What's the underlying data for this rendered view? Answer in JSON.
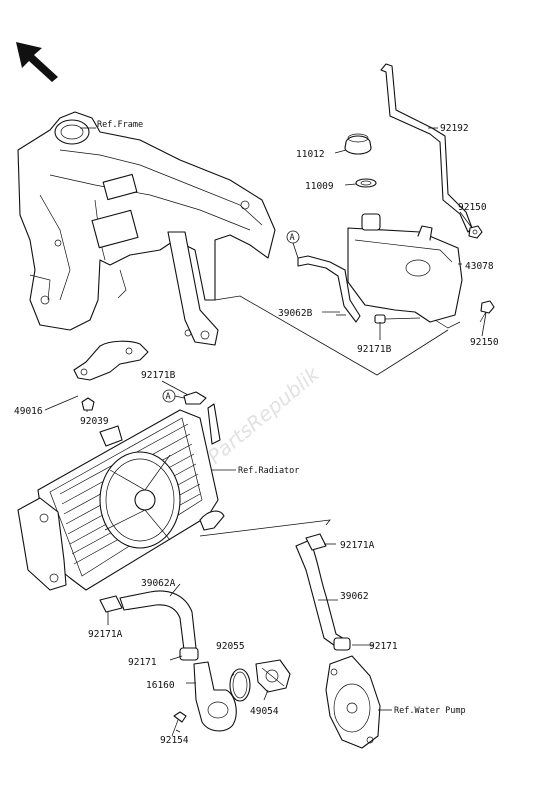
{
  "labels": {
    "p11012": "11012",
    "p11009": "11009",
    "p92192": "92192",
    "p92150a": "92150",
    "p43078": "43078",
    "p39062b": "39062B",
    "p92171b_a": "92171B",
    "p92150b": "92150",
    "p49016": "49016",
    "p92171b_b": "92171B",
    "p92039": "92039",
    "p39062a": "39062A",
    "p92171a_a": "92171A",
    "p92171a_b": "92171A",
    "p39062": "39062",
    "p92171_a": "92171",
    "p92171_b": "92171",
    "p92055": "92055",
    "p16160": "16160",
    "p49054": "49054",
    "p92154": "92154"
  },
  "refs": {
    "frame": "Ref.Frame",
    "radiator": "Ref.Radiator",
    "water_pump": "Ref.Water Pump"
  },
  "callout_marker": "A",
  "watermark": "PartsRepublik"
}
